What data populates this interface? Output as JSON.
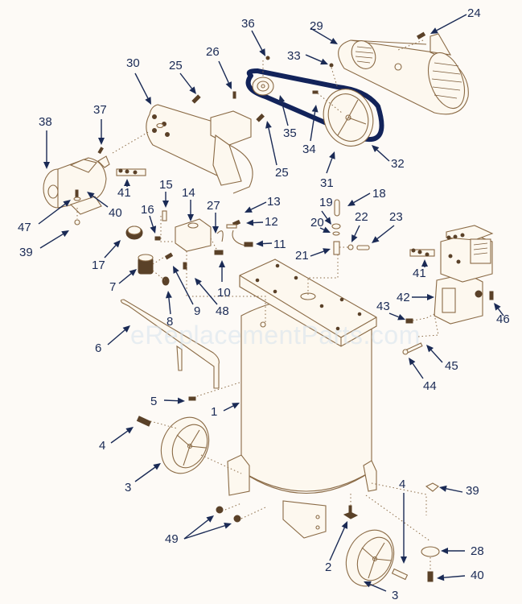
{
  "diagram": {
    "title": "Vertical Air Compressor Exploded Parts Diagram",
    "watermark": "eReplacementParts.com",
    "colors": {
      "background": "#fdfaf6",
      "line_art": "#8a6a45",
      "callouts": "#1a2a55",
      "belt": "#12235a"
    },
    "callouts": [
      {
        "id": "c1",
        "label": "1",
        "part": "tank"
      },
      {
        "id": "c2",
        "label": "2",
        "part": "drain-valve"
      },
      {
        "id": "c3a",
        "label": "3",
        "part": "wheel-left"
      },
      {
        "id": "c3b",
        "label": "3",
        "part": "wheel-right"
      },
      {
        "id": "c4a",
        "label": "4",
        "part": "wheel-bolt-left"
      },
      {
        "id": "c4b",
        "label": "4",
        "part": "wheel-bolt-right"
      },
      {
        "id": "c5",
        "label": "5",
        "part": "handle-screw"
      },
      {
        "id": "c6",
        "label": "6",
        "part": "handle"
      },
      {
        "id": "c7",
        "label": "7",
        "part": "air-filter"
      },
      {
        "id": "c8",
        "label": "8",
        "part": "fitting"
      },
      {
        "id": "c9",
        "label": "9",
        "part": "nipple"
      },
      {
        "id": "c10",
        "label": "10",
        "part": "safety-valve"
      },
      {
        "id": "c11",
        "label": "11",
        "part": "tube-fitting"
      },
      {
        "id": "c12",
        "label": "12",
        "part": "tube"
      },
      {
        "id": "c13",
        "label": "13",
        "part": "fitting"
      },
      {
        "id": "c14",
        "label": "14",
        "part": "pressure-switch"
      },
      {
        "id": "c15",
        "label": "15",
        "part": "elbow"
      },
      {
        "id": "c16",
        "label": "16",
        "part": "nipple"
      },
      {
        "id": "c17",
        "label": "17",
        "part": "gauge"
      },
      {
        "id": "c18",
        "label": "18",
        "part": "outlet-tube"
      },
      {
        "id": "c19",
        "label": "19",
        "part": "nut"
      },
      {
        "id": "c20",
        "label": "20",
        "part": "ferrule"
      },
      {
        "id": "c21",
        "label": "21",
        "part": "check-valve"
      },
      {
        "id": "c22",
        "label": "22",
        "part": "fitting"
      },
      {
        "id": "c23",
        "label": "23",
        "part": "unloader-tube"
      },
      {
        "id": "c24",
        "label": "24",
        "part": "screw"
      },
      {
        "id": "c25a",
        "label": "25",
        "part": "screw"
      },
      {
        "id": "c25b",
        "label": "25",
        "part": "screw"
      },
      {
        "id": "c26",
        "label": "26",
        "part": "screw"
      },
      {
        "id": "c27",
        "label": "27",
        "part": "tube"
      },
      {
        "id": "c28",
        "label": "28",
        "part": "rubber-foot"
      },
      {
        "id": "c29",
        "label": "29",
        "part": "belt-guard-outer"
      },
      {
        "id": "c30",
        "label": "30",
        "part": "belt-guard-inner"
      },
      {
        "id": "c31",
        "label": "31",
        "part": "belt"
      },
      {
        "id": "c32",
        "label": "32",
        "part": "flywheel"
      },
      {
        "id": "c33",
        "label": "33",
        "part": "set-screw"
      },
      {
        "id": "c34",
        "label": "34",
        "part": "key"
      },
      {
        "id": "c35",
        "label": "35",
        "part": "motor-pulley"
      },
      {
        "id": "c36",
        "label": "36",
        "part": "set-screw"
      },
      {
        "id": "c37",
        "label": "37",
        "part": "key"
      },
      {
        "id": "c38",
        "label": "38",
        "part": "motor"
      },
      {
        "id": "c39a",
        "label": "39",
        "part": "nut"
      },
      {
        "id": "c39b",
        "label": "39",
        "part": "nut"
      },
      {
        "id": "c40a",
        "label": "40",
        "part": "bolt"
      },
      {
        "id": "c40b",
        "label": "40",
        "part": "bolt"
      },
      {
        "id": "c41a",
        "label": "41",
        "part": "fitting-kit"
      },
      {
        "id": "c41b",
        "label": "41",
        "part": "fitting-kit"
      },
      {
        "id": "c42",
        "label": "42",
        "part": "pump"
      },
      {
        "id": "c43",
        "label": "43",
        "part": "fitting"
      },
      {
        "id": "c44",
        "label": "44",
        "part": "nut"
      },
      {
        "id": "c45",
        "label": "45",
        "part": "tube"
      },
      {
        "id": "c46",
        "label": "46",
        "part": "dipstick"
      },
      {
        "id": "c47",
        "label": "47",
        "part": "washer"
      },
      {
        "id": "c48",
        "label": "48",
        "part": "plug"
      },
      {
        "id": "c49",
        "label": "49",
        "part": "nuts"
      }
    ]
  }
}
